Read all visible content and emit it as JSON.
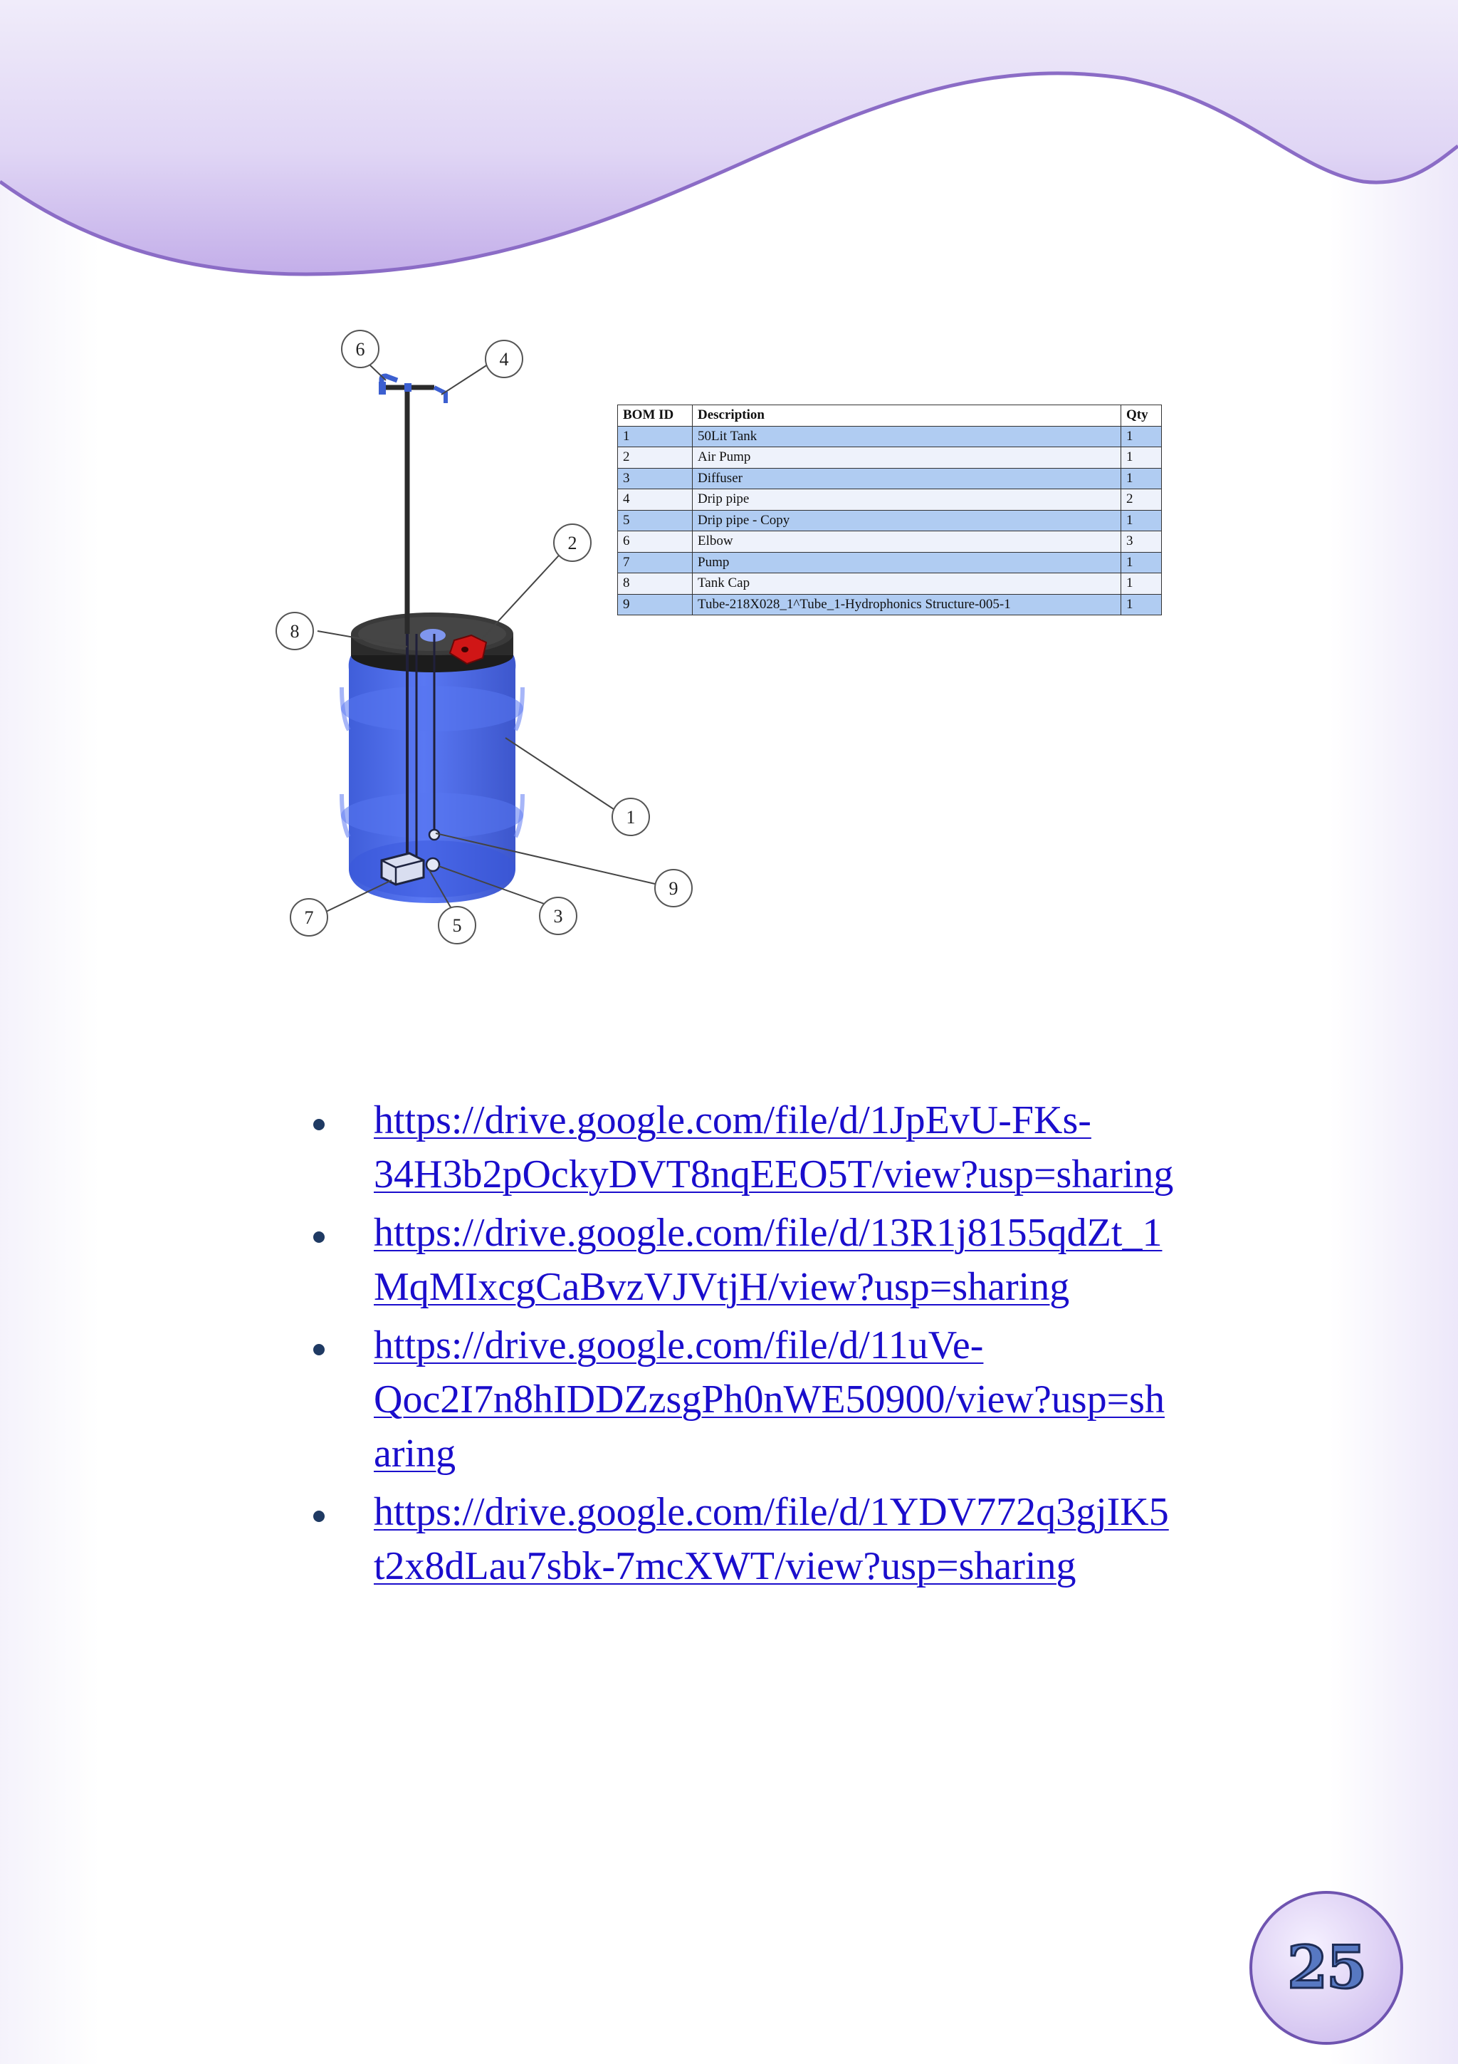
{
  "diagram": {
    "callouts": [
      "6",
      "4",
      "2",
      "8",
      "1",
      "9",
      "7",
      "5",
      "3"
    ]
  },
  "bom": {
    "headers": [
      "BOM ID",
      "Description",
      "Qty"
    ],
    "rows": [
      [
        "1",
        "50Lit Tank",
        "1"
      ],
      [
        "2",
        "Air Pump",
        "1"
      ],
      [
        "3",
        "Diffuser",
        "1"
      ],
      [
        "4",
        "Drip pipe",
        "2"
      ],
      [
        "5",
        "Drip pipe - Copy",
        "1"
      ],
      [
        "6",
        "Elbow",
        "3"
      ],
      [
        "7",
        "Pump",
        "1"
      ],
      [
        "8",
        "Tank Cap",
        "1"
      ],
      [
        "9",
        "Tube-218X028_1^Tube_1-Hydrophonics Structure-005-1",
        "1"
      ]
    ]
  },
  "links": [
    {
      "lines": [
        "https://drive.google.com/file/d/1JpEvU-FKs-",
        "34H3b2pOckyDVT8nqEEO5T/view?usp=sharing"
      ]
    },
    {
      "lines": [
        "https://drive.google.com/file/d/13R1j8155qdZt_1",
        "MqMIxcgCaBvzVJVtjH/view?usp=sharing"
      ]
    },
    {
      "lines": [
        "https://drive.google.com/file/d/11uVe-",
        "Qoc2I7n8hIDDZzsgPh0nWE50900/view?usp=sh",
        "aring"
      ]
    },
    {
      "lines": [
        "https://drive.google.com/file/d/1YDV772q3gjIK5",
        "t2x8dLau7sbk-7mcXWT/view?usp=sharing"
      ]
    }
  ],
  "page_number": "25",
  "colors": {
    "wave_fill_top": "#e9e3f8",
    "wave_fill_bottom": "#c6b2ea",
    "wave_stroke": "#8b6cc6",
    "tank_blue": "#3a5ee8",
    "cap": "#2a2a2a",
    "pump_red": "#d01616",
    "link": "#1a0dcc",
    "bullet": "#1f3a63"
  }
}
